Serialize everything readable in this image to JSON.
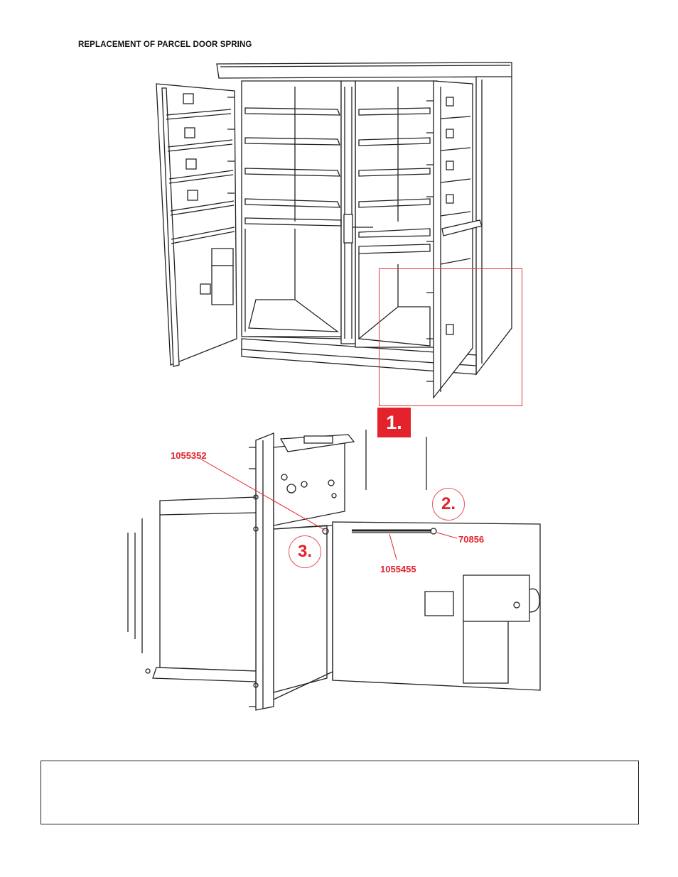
{
  "page": {
    "title": "REPLACEMENT OF PARCEL DOOR SPRING"
  },
  "steps": {
    "step1": "1.",
    "step2": "2.",
    "step3": "3."
  },
  "parts": {
    "part_a": "1055352",
    "part_b": "70856",
    "part_c": "1055455"
  },
  "note": {
    "text": ""
  },
  "colors": {
    "accent_red": "#e4222b",
    "line": "#222222"
  }
}
